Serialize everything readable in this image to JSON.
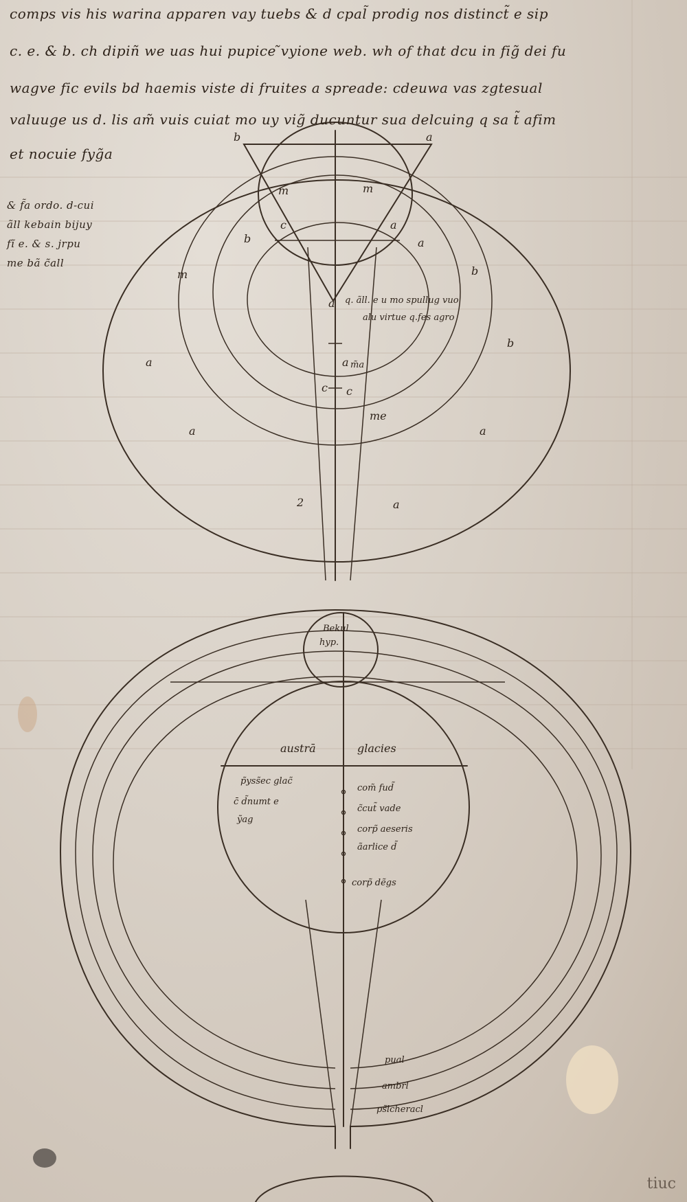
{
  "manuscript": {
    "top_text": [
      "comps vis his warina apparen vay tuebs & d cpal̃ prodig nos distinct̃ e sip",
      "c. e. & b. ch dipiñ we uas hui pupice ̃vyione web. wh of that dcu in fig̃ dei fu",
      "wagve fic evils bd haemis viste di fruites a spreade: cdeuwa vas zgtesual",
      "valuuge us d. lis am̃ vuis cuiat mo uy vig̃ ducuntur sua delcuing q sa t̃ afim",
      "et nocuie fyg̃a"
    ],
    "margin_note": [
      "& f̃a ordo. d-cui",
      "ãll kebain bijuy",
      "fĩ e. & s. jrpu",
      "me bã c̃all"
    ],
    "upper_diagram": {
      "corner_left": "b",
      "corner_right": "a",
      "labels": [
        "m",
        "m",
        "c",
        "a",
        "b",
        "a",
        "m",
        "b",
        "a",
        "a",
        "b",
        "a",
        "c",
        "c",
        "me",
        "a",
        "a",
        "2",
        "a"
      ],
      "note_lines": [
        "q. ãll. e u mo spullug vuo",
        "alu virtue q.fes agro"
      ],
      "center_note": "m̃a"
    },
    "small_circle": [
      "Bekul",
      "hyp."
    ],
    "inner_circle": {
      "header_left": "austrā",
      "header_right": "glacies",
      "left_notes": [
        "p̃yss̃ec glac̃",
        "c̄ d̃numt e",
        "ỹag"
      ],
      "right_notes": [
        "com̃ fud̃",
        "c̃cut̃ vade",
        "corp̃ aeseris",
        "ãarlice d̃",
        "corp̃ dẽgs"
      ]
    },
    "ring_labels": [
      "pual",
      "ambrl",
      "ps̃lcheracl"
    ],
    "folio": "tiuc"
  }
}
